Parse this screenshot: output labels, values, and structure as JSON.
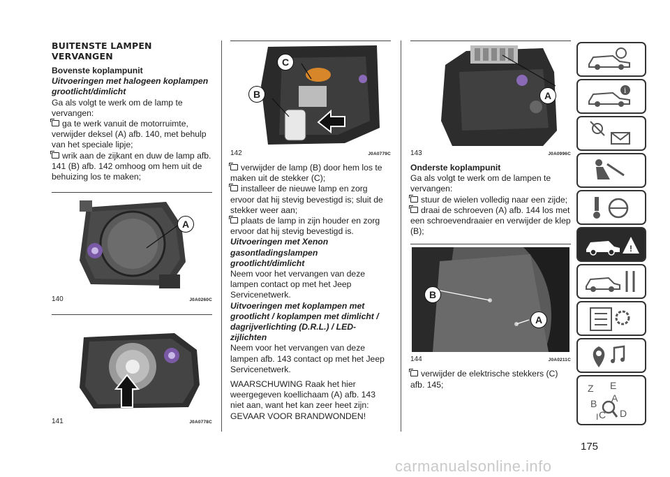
{
  "col1": {
    "section_title": "BUITENSTE LAMPEN VERVANGEN",
    "sub1": "Bovenste koplampunit",
    "sub1_italic": "Uitvoeringen met halogeen koplampen grootlicht/dimlicht",
    "intro": "Ga als volgt te werk om de lamp te vervangen:",
    "bullet1": "ga te werk vanuit de motorruimte, verwijder deksel (A) afb. 140, met behulp van het speciale lipje;",
    "bullet2": "wrik aan de zijkant en duw de lamp afb. 141 (B) afb. 142 omhoog om hem uit de behuizing los te maken;",
    "fig140": {
      "num": "140",
      "code": "J0A0260C",
      "label": "A"
    },
    "fig141": {
      "num": "141",
      "code": "J0A0778C"
    }
  },
  "col2": {
    "fig142": {
      "num": "142",
      "code": "J0A0779C",
      "label_b": "B",
      "label_c": "C"
    },
    "bullet1": "verwijder de lamp (B) door hem los te maken uit de stekker (C);",
    "bullet2": "installeer de nieuwe lamp en zorg ervoor dat hij stevig bevestigd is; sluit de stekker weer aan;",
    "bullet3": "plaats de lamp in zijn houder en zorg ervoor dat hij stevig bevestigd is.",
    "sub_xenon": "Uitvoeringen met Xenon gasontladingslampen grootlicht/dimlicht",
    "xenon_text": "Neem voor het vervangen van deze lampen contact op met het Jeep Servicenetwerk.",
    "sub_drl": "Uitvoeringen met koplampen met grootlicht / koplampen met dimlicht / dagrijverlichting (D.R.L.) / LED-zijlichten",
    "drl_text": "Neem voor het vervangen van deze lampen afb. 143 contact op met het Jeep Servicenetwerk.",
    "warning": "WAARSCHUWING Raak het hier weergegeven koellichaam (A) afb. 143 niet aan, want het kan zeer heet zijn: GEVAAR VOOR BRANDWONDEN!"
  },
  "col3": {
    "fig143": {
      "num": "143",
      "code": "J0A0996C",
      "label": "A"
    },
    "sub_lower": "Onderste koplampunit",
    "intro": "Ga als volgt te werk om de lampen te vervangen:",
    "bullet1": "stuur de wielen volledig naar een zijde;",
    "bullet2": "draai de schroeven (A) afb. 144 los met een schroevendraaier en verwijder de klep (B);",
    "fig144": {
      "num": "144",
      "code": "J0A0211C",
      "label_a": "A",
      "label_b": "B"
    },
    "bullet3": "verwijder de elektrische stekkers (C) afb. 145;"
  },
  "page_number": "175",
  "watermark": "carmanualsonline.info",
  "tabs": {
    "icons": [
      "car-sensor-icon",
      "car-info-icon",
      "warning-lights-icon",
      "seat-airbag-icon",
      "steering-key-icon",
      "breakdown-icon",
      "service-tools-icon",
      "specs-gear-icon",
      "multimedia-icon",
      "alphabet-index-icon"
    ],
    "active_index": 5,
    "index_letters": [
      "Z",
      "E",
      "A",
      "B",
      "C",
      "D",
      "I"
    ]
  }
}
